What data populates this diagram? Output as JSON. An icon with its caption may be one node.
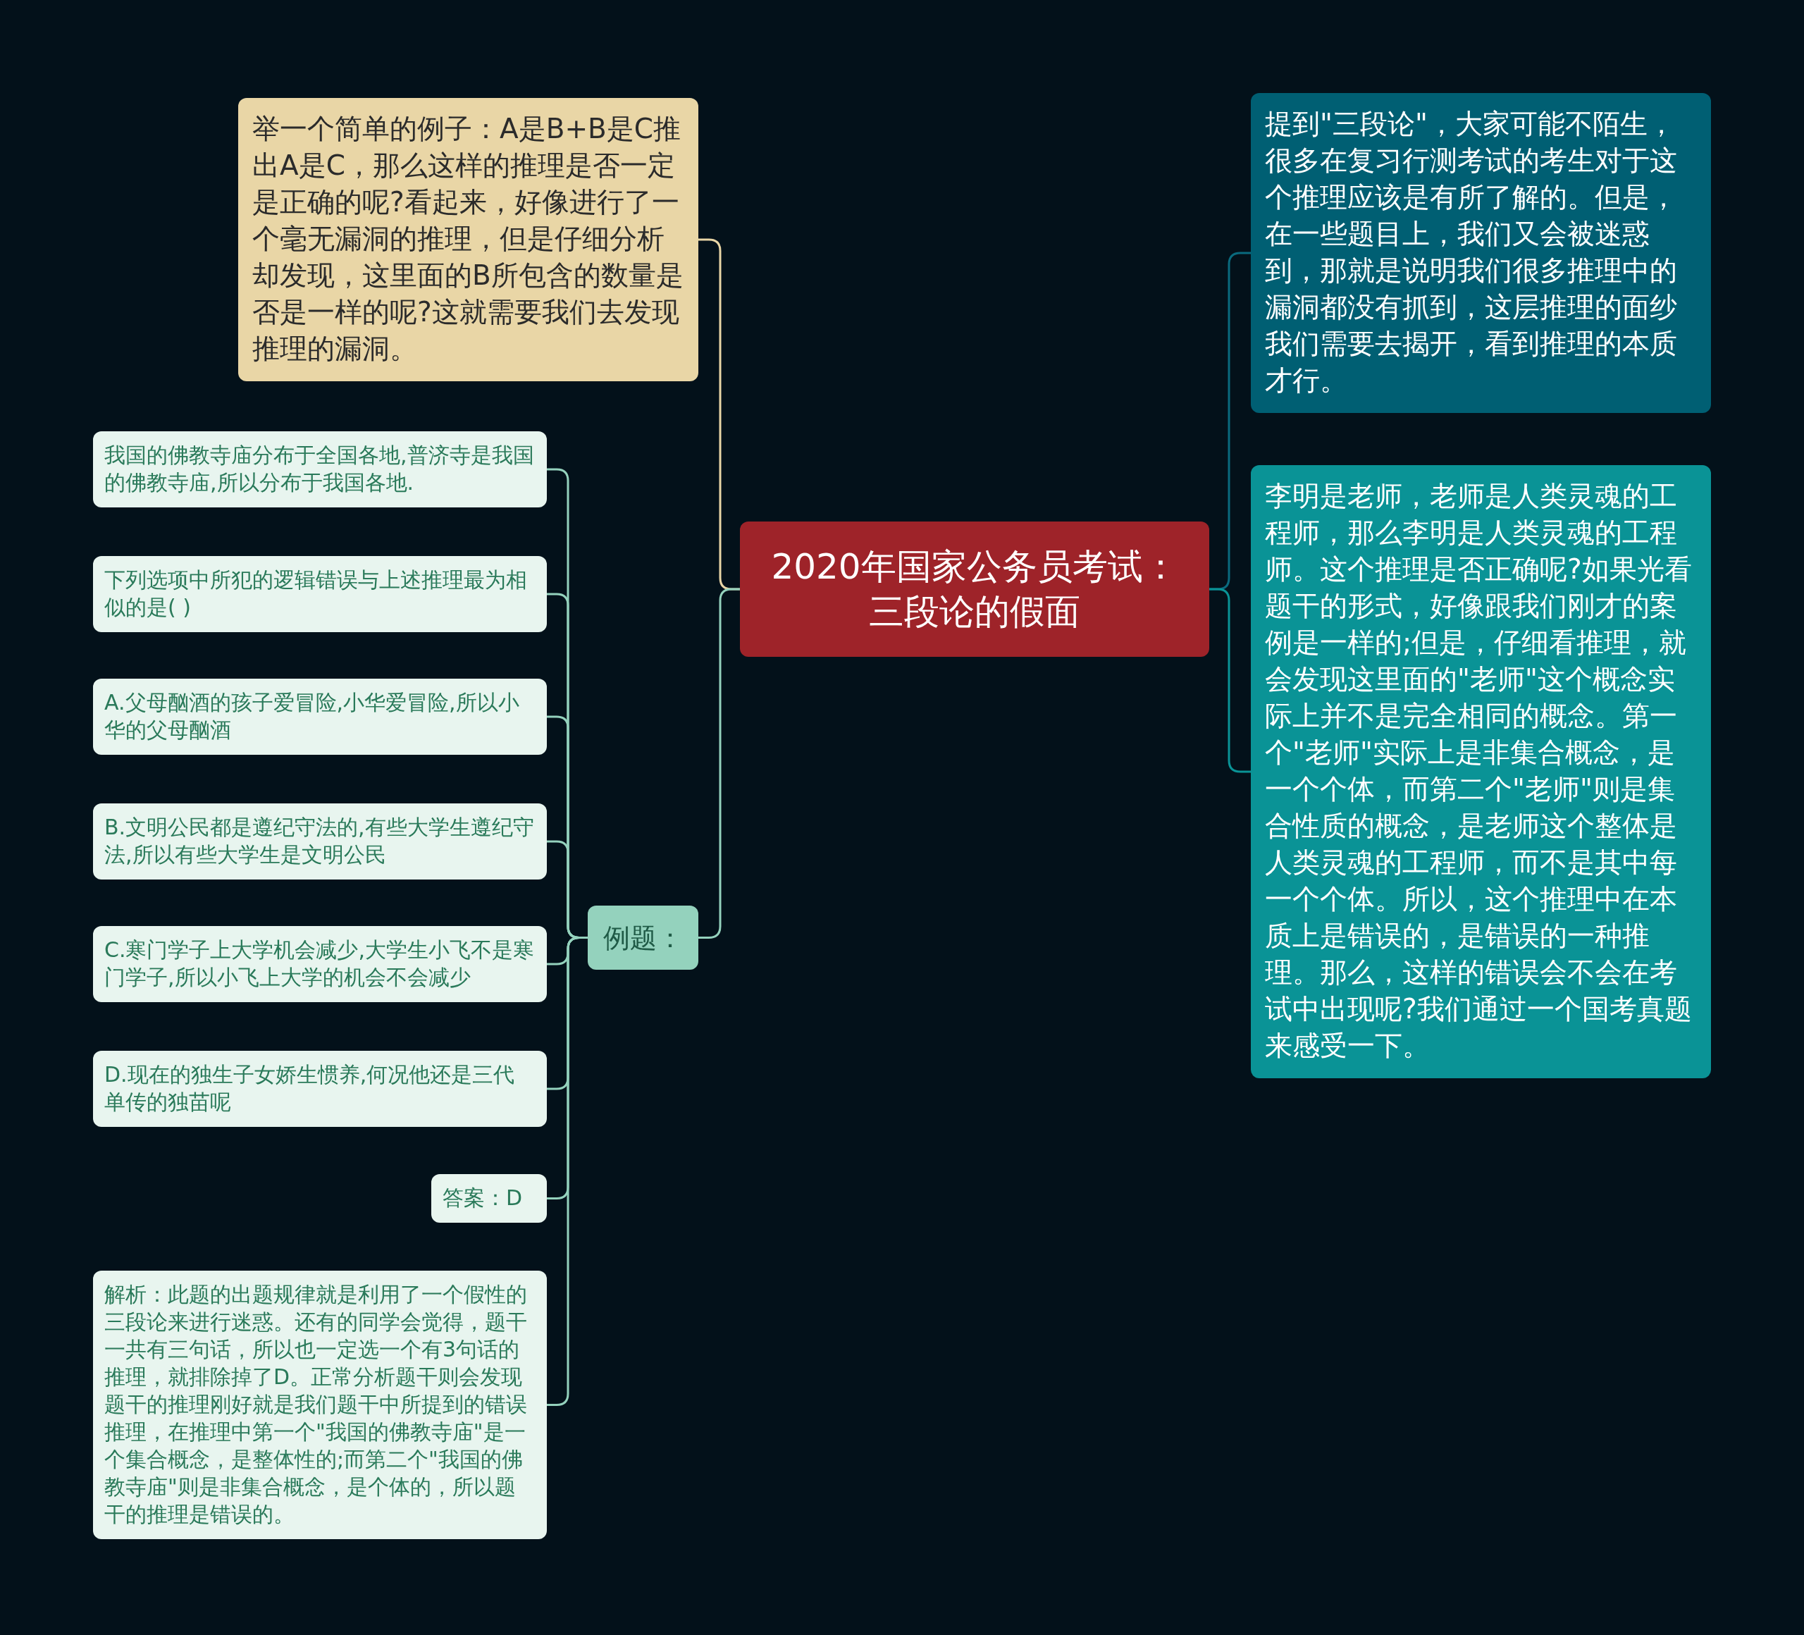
{
  "diagram": {
    "nodes": [
      {
        "text": [
          "2020年国家公务员考试：三段论的假面"
        ]
      },
      {
        "text": [
          "举一个简单的例子：A是B+B是C推出A是C，那么这样的推理是否一定是正确的呢?看起来，好像进行了一个毫无漏洞的推理，但是仔细分析却发现，这里面的B所包含的数量是否是一样的呢?这就需要我们去发现推理的漏洞。"
        ]
      },
      {
        "text": [
          "例题："
        ]
      },
      {
        "text": [
          "我国的佛教寺庙分布于全国各地,普济寺是我国的佛教寺庙,所以分布于我国各地."
        ]
      },
      {
        "text": [
          "下列选项中所犯的逻辑错误与上述推理最为相似的是( )"
        ]
      },
      {
        "text": [
          "A.父母酗酒的孩子爱冒险,小华爱冒险,所以小华的父母酗酒"
        ]
      },
      {
        "text": [
          "B.文明公民都是遵纪守法的,有些大学生遵纪守法,所以有些大学生是文明公民"
        ]
      },
      {
        "text": [
          "C.寒门学子上大学机会减少,大学生小飞不是寒门学子,所以小飞上大学的机会不会减少"
        ]
      },
      {
        "text": [
          "D.现在的独生子女娇生惯养,何况他还是三代单传的独苗呢"
        ]
      },
      {
        "text": [
          "答案：D"
        ]
      },
      {
        "text": [
          "解析：此题的出题规律就是利用了一个假性的三段论来进行迷惑。还有的同学会觉得，题干一共有三句话，所以也一定选一个有3句话的推理，就排除掉了D。正常分析题干则会发现题干的推理刚好就是我们题干中所提到的错误推理，在推理中第一个\"我国的佛教寺庙\"是一个集合概念，是整体性的;而第二个\"我国的佛教寺庙\"则是非集合概念，是个体的，所以题干的推理是错误的。"
        ]
      },
      {
        "text": [
          "提到\"三段论\"，大家可能不陌生，很多在复习行测考试的考生对于这个推理应该是有所了解的。但是，在一些题目上，我们又会被迷惑到，那就是说明我们很多推理中的漏洞都没有抓到，这层推理的面纱我们需要去揭开，看到推理的本质才行。"
        ]
      },
      {
        "text": [
          "李明是老师，老师是人类灵魂的工程师，那么李明是人类灵魂的工程师。这个推理是否正确呢?如果光看题干的形式，好像跟我们刚才的案例是一样的;但是，仔细看推理，就会发现这里面的\"老师\"这个概念实际上并不是完全相同的概念。第一个\"老师\"实际上是非集合概念，是一个个体，而第二个\"老师\"则是集合性质的概念，是老师这个整体是人类灵魂的工程师，而不是其中每一个个体。所以，这个推理中在本质上是错误的，是错误的一种推理。那么，这样的错误会不会在考试中出现呢?我们通过一个国考真题来感受一下。"
        ]
      }
    ],
    "edges": [
      {
        "from": 0,
        "to": 1,
        "arrow": "none",
        "color": "#e9d6a6"
      },
      {
        "from": 0,
        "to": 2,
        "arrow": "none",
        "color": "#94d2bd"
      },
      {
        "from": 0,
        "to": 11,
        "arrow": "none",
        "color": "#0a6a7e"
      },
      {
        "from": 0,
        "to": 12,
        "arrow": "none",
        "color": "#0a9396"
      },
      {
        "from": 2,
        "to": 3,
        "arrow": "none"
      },
      {
        "from": 2,
        "to": 4,
        "arrow": "none"
      },
      {
        "from": 2,
        "to": 5,
        "arrow": "none"
      },
      {
        "from": 2,
        "to": 6,
        "arrow": "none"
      },
      {
        "from": 2,
        "to": 7,
        "arrow": "none"
      },
      {
        "from": 2,
        "to": 8,
        "arrow": "none"
      },
      {
        "from": 2,
        "to": 9,
        "arrow": "none"
      },
      {
        "from": 2,
        "to": 10,
        "arrow": "none"
      }
    ]
  }
}
